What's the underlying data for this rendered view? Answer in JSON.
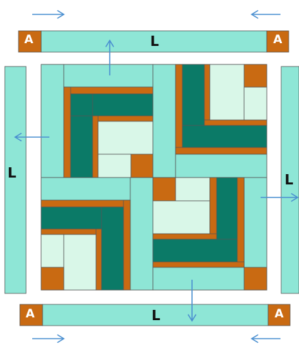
{
  "diagram": {
    "labels": {
      "strip_top": "L",
      "strip_bottom": "L",
      "strip_left": "L",
      "strip_right": "L",
      "corner_top_left": "A",
      "corner_top_right": "A",
      "corner_bottom_left": "A",
      "corner_bottom_right": "A"
    },
    "colors": {
      "aqua": "#8ee6d6",
      "pale_green": "#d9f7e8",
      "dark_teal": "#0b7a67",
      "orange": "#c96a12",
      "arrow_blue": "#4a8fd0",
      "outline": "#555555"
    }
  }
}
